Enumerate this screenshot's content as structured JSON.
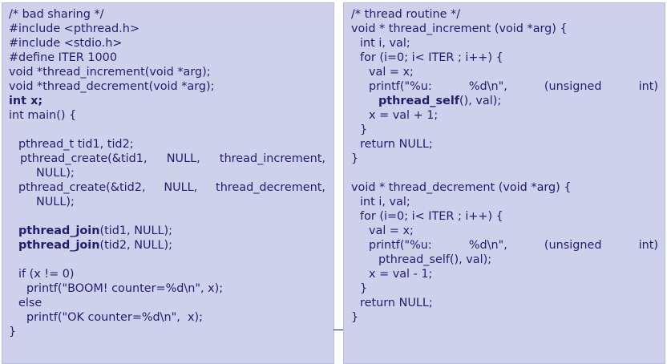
{
  "left": {
    "lines": [
      "/* bad sharing */",
      "#include <pthread.h>",
      "#include <stdio.h>",
      "#define ITER 1000",
      "void *thread_increment(void *arg);",
      "void *thread_decrement(void *arg);",
      "int x;",
      "int main() {",
      "pthread_t tid1, tid2;",
      "pthread_create(&tid1,",
      "NULL,",
      "thread_increment,",
      "NULL);",
      "pthread_create(&tid2,",
      "NULL,",
      "thread_decrement,",
      "NULL);",
      "pthread_join",
      "(tid1, NULL);",
      "pthread_join",
      "(tid2, NULL);",
      "if (x != 0)",
      "printf(\"BOOM! counter=%d\\n\", x);",
      "else",
      "printf(\"OK counter=%d\\n\",  x);",
      "}"
    ]
  },
  "right": {
    "lines": [
      "/* thread routine */",
      "void * thread_increment (void *arg) {",
      "int i, val;",
      "for (i=0; i< ITER ; i++) {",
      "val = x;",
      "printf(\"%u:",
      "%d\\n\",",
      "(unsigned",
      "int)",
      "pthread_self",
      "(), val);",
      "x = val + 1;",
      "}",
      "return NULL;",
      "}",
      "void * thread_decrement (void *arg) {",
      "int i, val;",
      "for (i=0; i< ITER ; i++) {",
      "val = x;",
      "printf(\"%u:",
      "%d\\n\",",
      "(unsigned",
      "int)",
      "pthread_self(), val);",
      "x = val - 1;",
      "}",
      "return NULL;",
      "}"
    ]
  }
}
